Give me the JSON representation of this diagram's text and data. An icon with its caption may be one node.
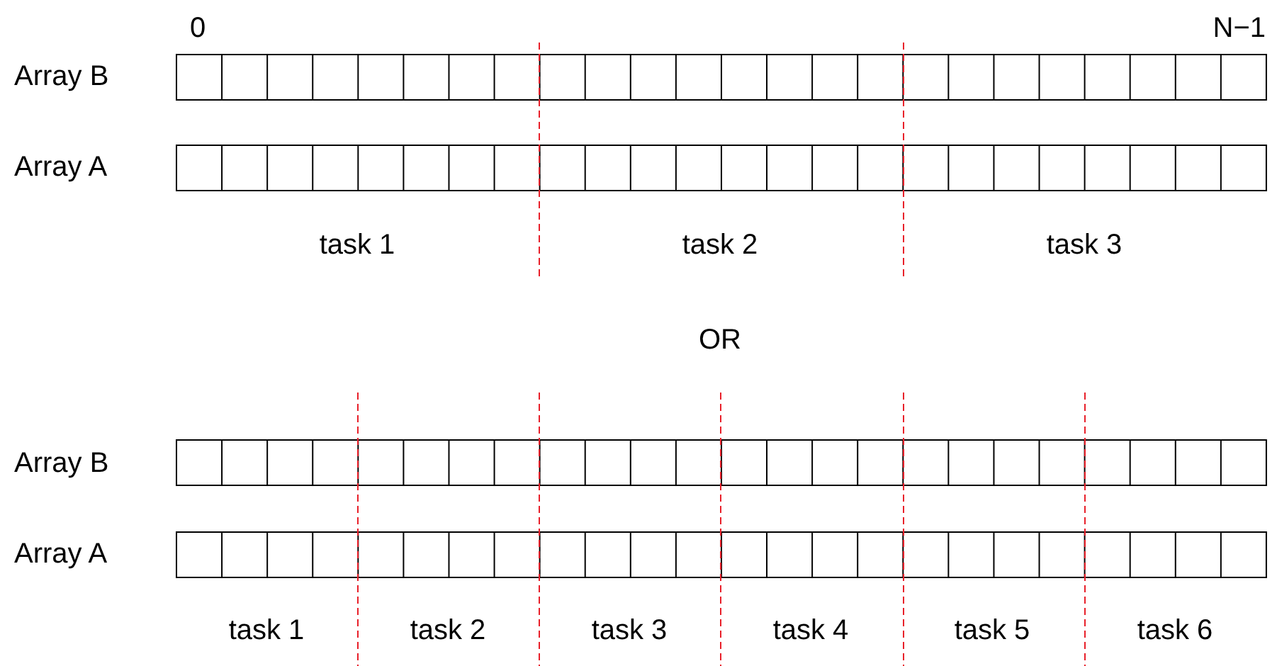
{
  "diagram": {
    "labels": [
      "0",
      "N−1",
      "Array B",
      "Array A",
      "task 1",
      "task 2",
      "task 3",
      "OR",
      "Array B",
      "Array A",
      "task 1",
      "task 2",
      "task 3",
      "task 4",
      "task 5",
      "task 6"
    ]
  }
}
